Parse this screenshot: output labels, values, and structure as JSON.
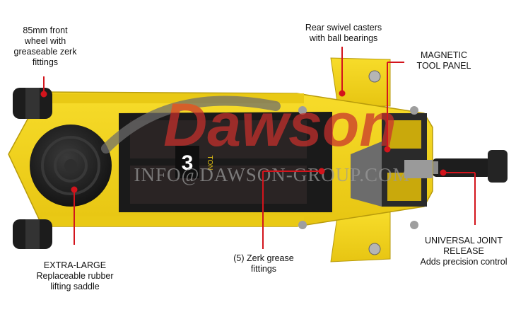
{
  "colors": {
    "jack_body": "#f3d21a",
    "jack_shadow": "#c9a90c",
    "frame_dark": "#1b1b1b",
    "rubber": "#222222",
    "leader_red": "#d3141c",
    "watermark_red": "#c9302c",
    "watermark_grey": "#9a9a9a",
    "label_text": "#111111"
  },
  "callouts": {
    "front_wheel": [
      "85mm front",
      "wheel with",
      "greaseable zerk",
      "fittings"
    ],
    "rear_casters": [
      "Rear swivel casters",
      "with ball bearings"
    ],
    "tool_panel": [
      "MAGNETIC",
      "TOOL PANEL"
    ],
    "saddle": [
      "EXTRA-LARGE",
      "Replaceable rubber",
      "lifting saddle"
    ],
    "zerk": [
      "(5) Zerk grease",
      "fittings"
    ],
    "joint": [
      "UNIVERSAL JOINT",
      "RELEASE",
      "Adds precision control"
    ]
  },
  "jack": {
    "capacity_number": "3",
    "capacity_unit": "TON"
  },
  "watermark": {
    "logo": "Dawson",
    "url": "INFO@DAWSON-GROUP.COM"
  }
}
